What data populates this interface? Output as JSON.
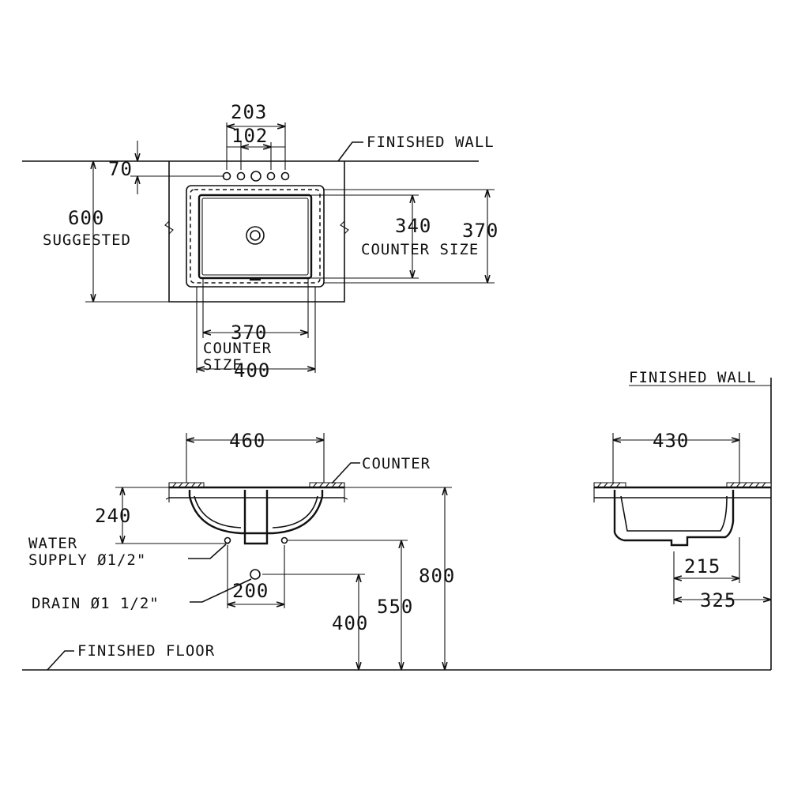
{
  "plan_view": {
    "finished_wall_label": "FINISHED WALL",
    "dim_tap_spread": "203",
    "dim_tap_center": "102",
    "dim_tap_offset": "70",
    "dim_suggested_value": "600",
    "dim_suggested_label": "SUGGESTED",
    "dim_inner_depth": "340",
    "dim_counter_depth": "370",
    "counter_size_label_right": "COUNTER SIZE",
    "dim_counter_width": "370",
    "counter_label_line1": "COUNTER",
    "counter_label_line2": "SIZE",
    "dim_outer_width": "400"
  },
  "front_view": {
    "dim_overall_width": "460",
    "counter_label": "COUNTER",
    "dim_bowl_height": "240",
    "water_supply_line1": "WATER",
    "water_supply_line2": "SUPPLY Ø1/2\"",
    "drain_label": "DRAIN Ø1  1/2\"",
    "dim_supply_spacing": "200",
    "dim_counter_height": "800",
    "dim_supply_height": "550",
    "dim_drain_height": "400",
    "finished_floor_label": "FINISHED FLOOR"
  },
  "side_view": {
    "finished_wall_label": "FINISHED WALL",
    "dim_overall_depth": "430",
    "dim_drain_offset": "215",
    "dim_wall_offset": "325"
  }
}
